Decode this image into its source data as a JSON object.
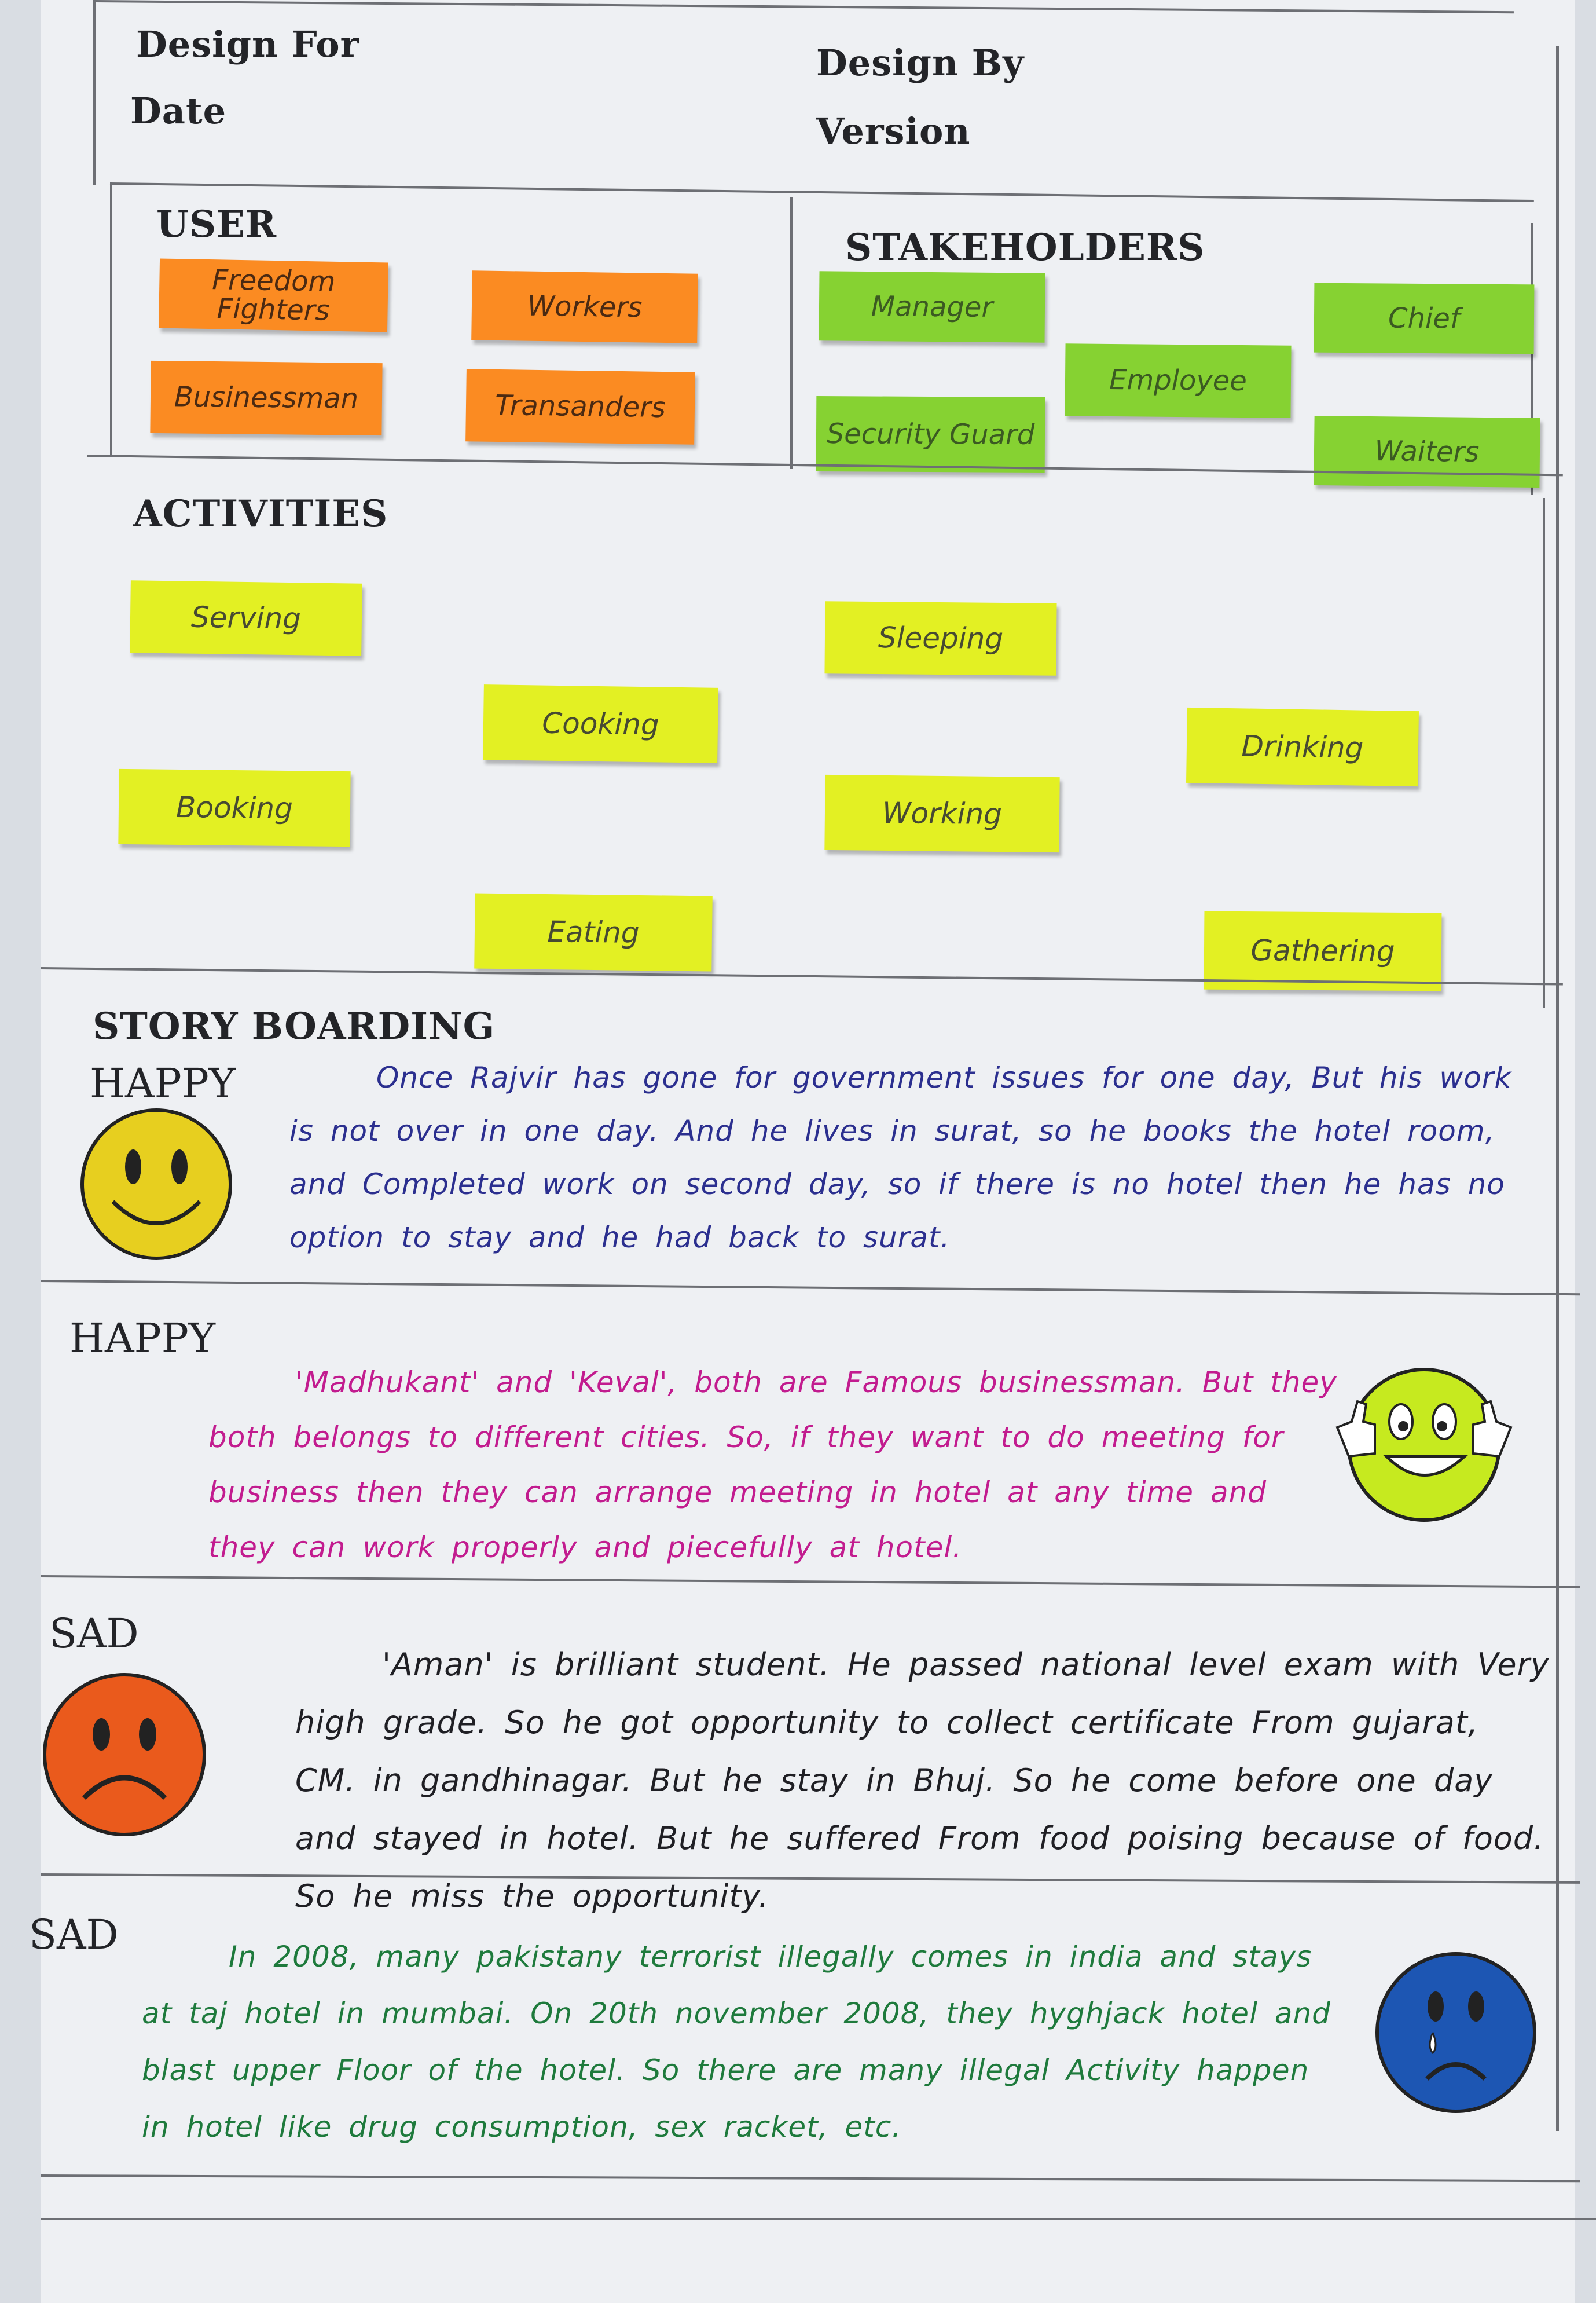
{
  "header": {
    "design_for": "Design For",
    "date": "Date",
    "design_by": "Design By",
    "version": "Version"
  },
  "user": {
    "title": "USER",
    "notes": [
      "Freedom Fighters",
      "Workers",
      "Businessman",
      "Transanders"
    ]
  },
  "stakeholders": {
    "title": "STAKEHOLDERS",
    "notes": [
      "Manager",
      "Chief",
      "Employee",
      "Security Guard",
      "Waiters"
    ]
  },
  "activities": {
    "title": "ACTIVITIES",
    "notes": [
      "Serving",
      "Sleeping",
      "Cooking",
      "Drinking",
      "Booking",
      "Working",
      "Eating",
      "Gathering"
    ]
  },
  "storyboarding": {
    "title": "STORY BOARDING",
    "stories": [
      {
        "mood": "HAPPY",
        "face_icon": "smiley-face-icon",
        "color": "#2b2f8f",
        "text": "Once Rajvir has gone for government issues for one day, But his work is not over in one day. And he lives in surat, so he books the hotel room, and Completed work on second day, so if there is no hotel then he has no option to stay and he had back to surat."
      },
      {
        "mood": "HAPPY",
        "face_icon": "thumbs-up-face-icon",
        "color": "#c21c8f",
        "text": "'Madhukant' and 'Keval', both are Famous businessman. But they both belongs to different cities. So, if they want to do meeting for business then they can arrange meeting in hotel at any time and they can work properly and piecefully at hotel."
      },
      {
        "mood": "SAD",
        "face_icon": "sad-face-icon",
        "color": "#1f1f24",
        "text": "'Aman' is brilliant student. He passed national level exam with Very high grade. So he got opportunity to collect certificate From gujarat, CM. in gandhinagar. But he stay in Bhuj. So he come before one day and stayed in hotel. But he suffered From food poising because of food. So he miss the opportunity."
      },
      {
        "mood": "SAD",
        "face_icon": "crying-face-icon",
        "color": "#1e7a3c",
        "text": "In 2008, many pakistany terrorist illegally comes in india and stays at taj hotel in mumbai. On 20th november 2008, they hyghjack hotel and blast upper Floor of the hotel. So there are many illegal Activity happen in hotel like drug consumption, sex racket, etc."
      }
    ]
  },
  "colors": {
    "user_note": "#fb8b22",
    "stakeholder_note": "#86d232",
    "activity_note": "#e3f023",
    "happy_face_1": "#e7cf1f",
    "happy_face_2": "#c6ea1f",
    "sad_face_1": "#ea5a1c",
    "sad_face_2": "#1d56b3"
  }
}
